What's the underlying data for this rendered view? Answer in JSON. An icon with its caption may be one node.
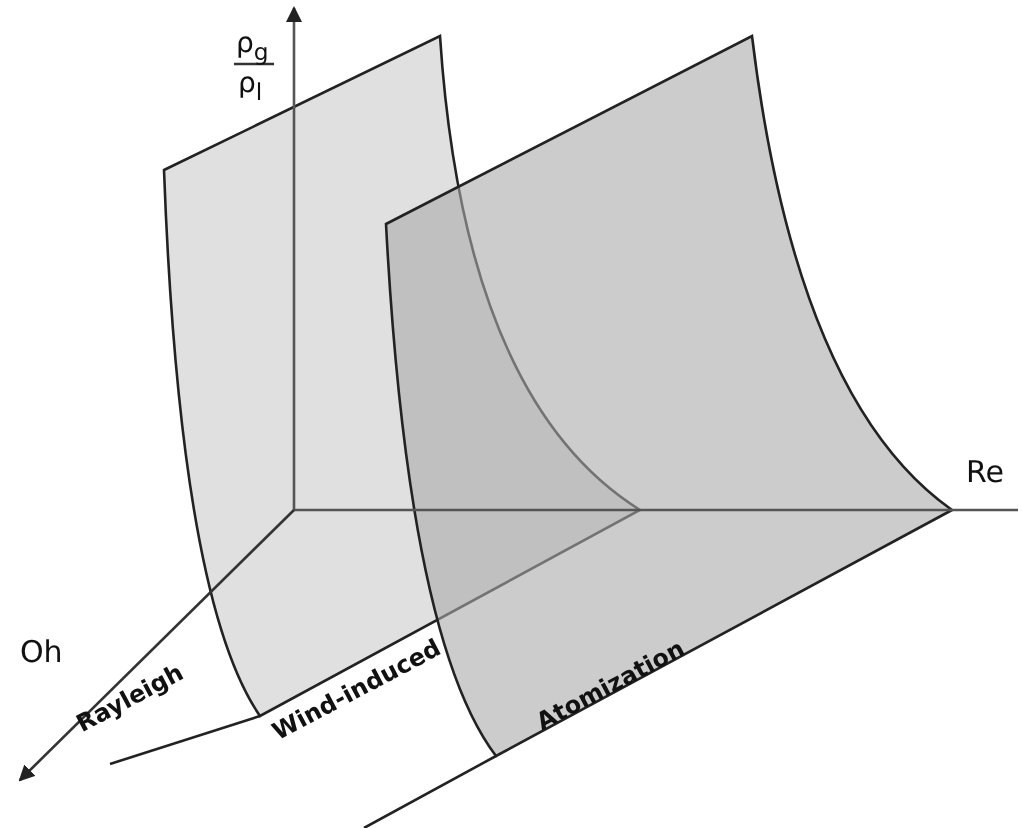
{
  "diagram": {
    "labels": [
      "ρ$_{g}$",
      "ρ$_{l}$",
      "Re",
      "Oh",
      "Rayleigh",
      "Wind-induced",
      "Atomization"
    ]
  }
}
